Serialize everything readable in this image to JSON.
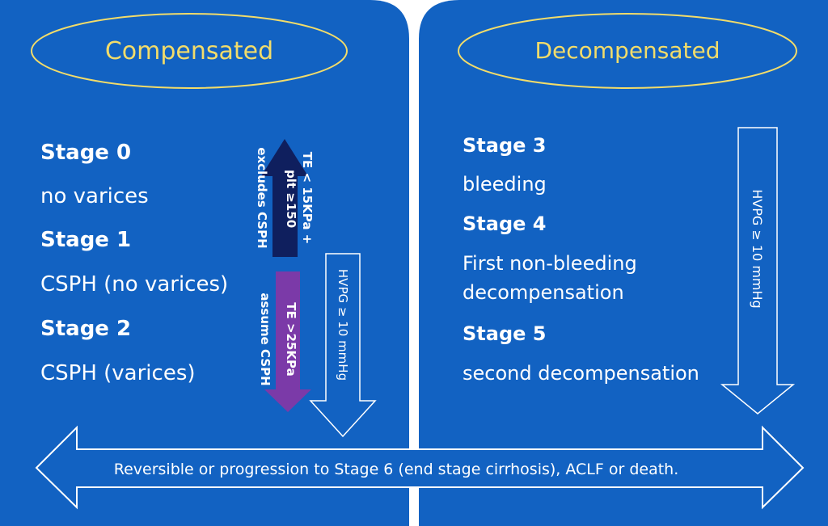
{
  "compensated": {
    "title": "Compensated",
    "stages": [
      {
        "label": "Stage 0",
        "description": "no varices"
      },
      {
        "label": "Stage 1",
        "description": "CSPH (no varices)"
      },
      {
        "label": "Stage 2",
        "description": "CSPH (varices)"
      }
    ],
    "te_low": {
      "line1": "TE < 15KPa +",
      "line2": "plt ≥150",
      "line3": "excludes CSPH"
    },
    "te_high": {
      "line1": "TE >25KPa",
      "line2": "assume CSPH"
    },
    "hvpg": "HVPG ≥ 10 mmHg"
  },
  "decompensated": {
    "title": "Decompensated",
    "stages": [
      {
        "label": "Stage 3",
        "description": "bleeding"
      },
      {
        "label": "Stage 4",
        "description_line1": "First non-bleeding",
        "description_line2": "decompensation"
      },
      {
        "label": "Stage 5",
        "description": "second decompensation"
      }
    ],
    "hvpg": "HVPG ≥ 10 mmHg"
  },
  "bottom_arrow": {
    "text": "Reversible or progression to Stage 6 (end stage cirrhosis), ACLF or death."
  },
  "colors": {
    "panel": "#1262C2",
    "title_text": "#F2DC6A",
    "ellipse_stroke": "#F2DC6A",
    "text": "#FFFFFF",
    "navy_arrow": "#0F1F5E",
    "purple_arrow": "#7B3AA8"
  }
}
